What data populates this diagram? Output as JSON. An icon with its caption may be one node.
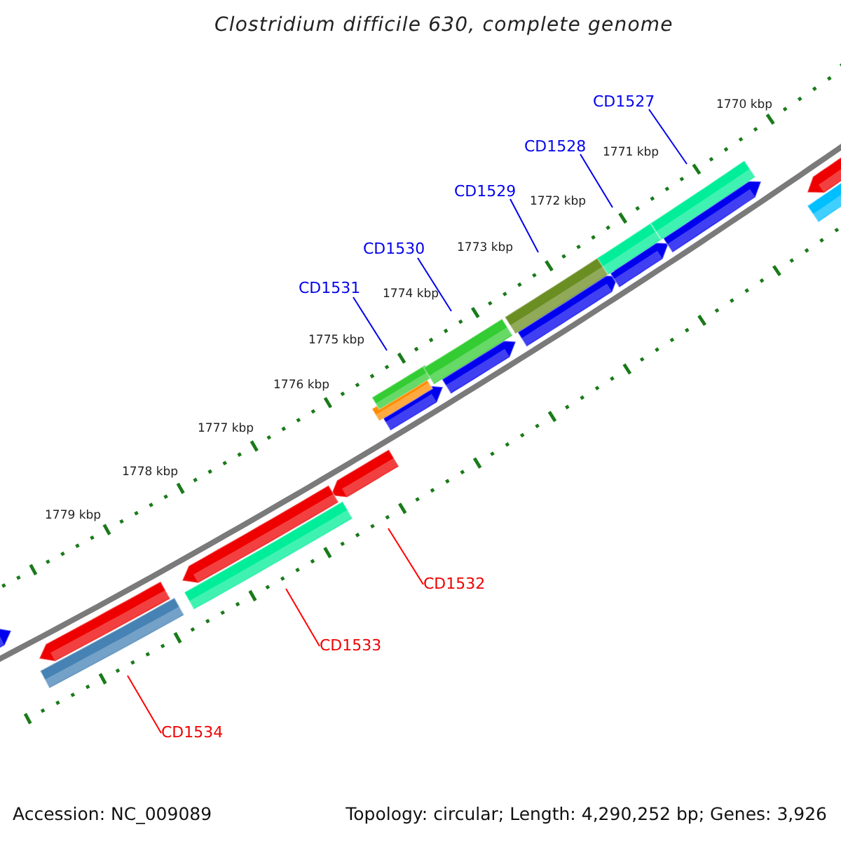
{
  "diagram": {
    "title": "Clostridium difficile 630, complete genome",
    "nodes": [
      {
        "text": [
          "CD1527"
        ]
      },
      {
        "text": [
          "CD1528"
        ]
      },
      {
        "text": [
          "CD1529"
        ]
      },
      {
        "text": [
          "CD1530"
        ]
      },
      {
        "text": [
          "CD1531"
        ]
      },
      {
        "text": [
          "CD1532"
        ]
      },
      {
        "text": [
          "CD1533"
        ]
      },
      {
        "text": [
          "CD1534"
        ]
      }
    ],
    "edges": [
      {
        "from": 0,
        "to": null,
        "arrow": "none"
      },
      {
        "from": 1,
        "to": null,
        "arrow": "none"
      },
      {
        "from": 2,
        "to": null,
        "arrow": "none"
      },
      {
        "from": 3,
        "to": null,
        "arrow": "none"
      },
      {
        "from": 4,
        "to": null,
        "arrow": "none"
      },
      {
        "from": 5,
        "to": null,
        "arrow": "none",
        "color": "#ff0000"
      },
      {
        "from": 6,
        "to": null,
        "arrow": "none",
        "color": "#ff0000"
      },
      {
        "from": 7,
        "to": null,
        "arrow": "none",
        "color": "#ff0000"
      }
    ],
    "labels": [
      "1770 kbp",
      "1771 kbp",
      "1772 kbp",
      "1773 kbp",
      "1774 kbp",
      "1775 kbp",
      "1776 kbp",
      "1777 kbp",
      "1778 kbp",
      "1779 kbp",
      "Accession: NC_009089",
      "Topology: circular; Length: 4,290,252 bp; Genes: 3,926"
    ]
  }
}
